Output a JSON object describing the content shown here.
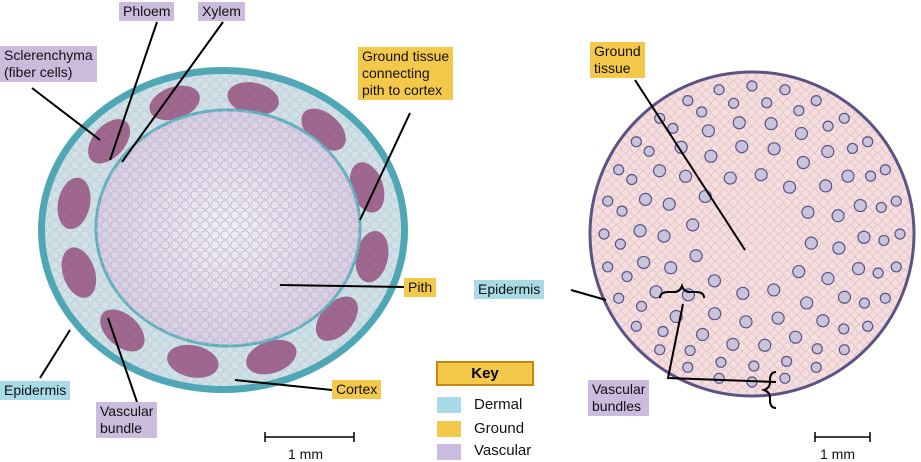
{
  "left_stem": {
    "labels": {
      "phloem": "Phloem",
      "xylem": "Xylem",
      "sclerenchyma": "Sclerenchyma\n(fiber cells)",
      "ground_tissue": "Ground tissue\nconnecting\npith to cortex",
      "pith": "Pith",
      "epidermis": "Epidermis",
      "vascular_bundle": "Vascular\nbundle",
      "cortex": "Cortex"
    },
    "scale": "1 mm"
  },
  "right_stem": {
    "labels": {
      "ground_tissue": "Ground\ntissue",
      "epidermis": "Epidermis",
      "vascular_bundles": "Vascular\nbundles"
    },
    "scale": "1 mm"
  },
  "key": {
    "title": "Key",
    "items": [
      {
        "label": "Dermal",
        "color": "#a9dbe6"
      },
      {
        "label": "Ground",
        "color": "#f4c84b"
      },
      {
        "label": "Vascular",
        "color": "#cbbbdc"
      }
    ]
  },
  "colors": {
    "dermal": "#a9dbe6",
    "ground": "#f4c84b",
    "vascular": "#cbbbdc",
    "left_stem_fill": "#dfe6ea",
    "left_stem_rim": "#4fa7b5",
    "bundle_purple": "#8e3f72",
    "right_stem_fill": "#f6dede",
    "right_stem_rim": "#5b5286"
  }
}
